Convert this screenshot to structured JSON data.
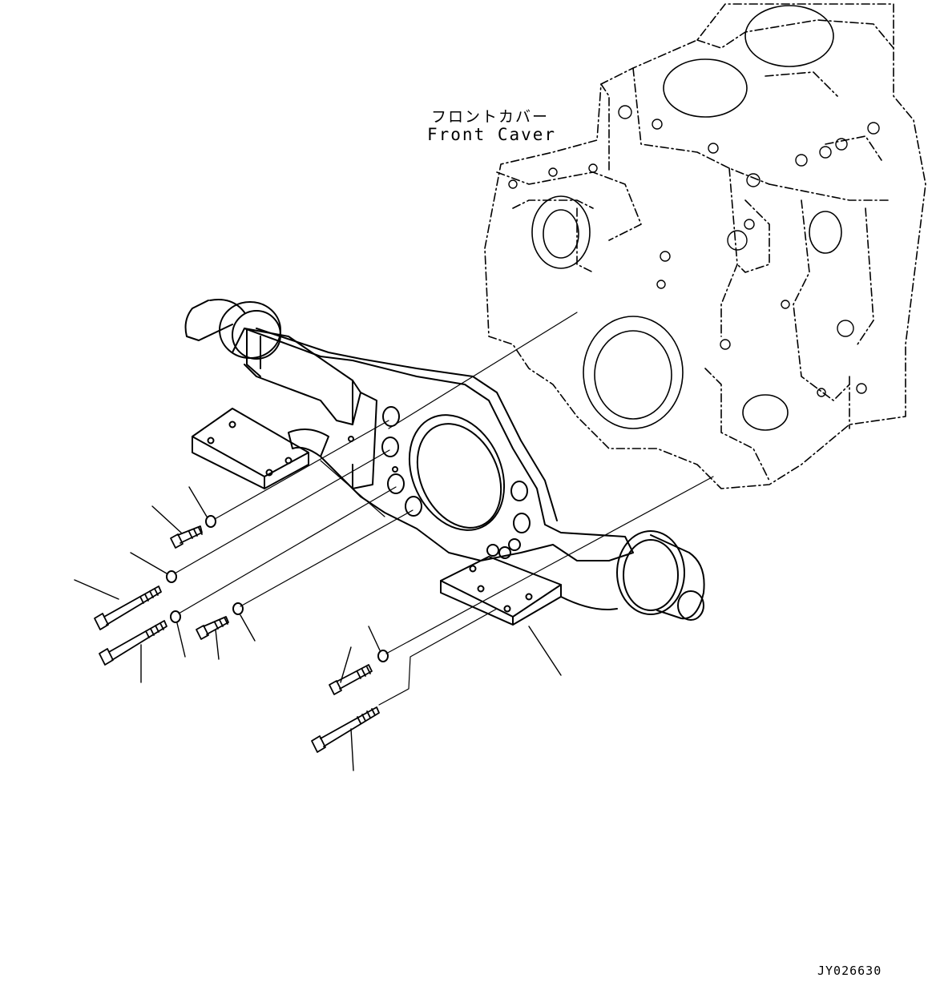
{
  "labels": {
    "front_cover_jp": "フロントカバー",
    "front_cover_en": "Front Caver",
    "drawing_id": "JY026630"
  },
  "colors": {
    "line": "#000000",
    "background": "#ffffff"
  }
}
